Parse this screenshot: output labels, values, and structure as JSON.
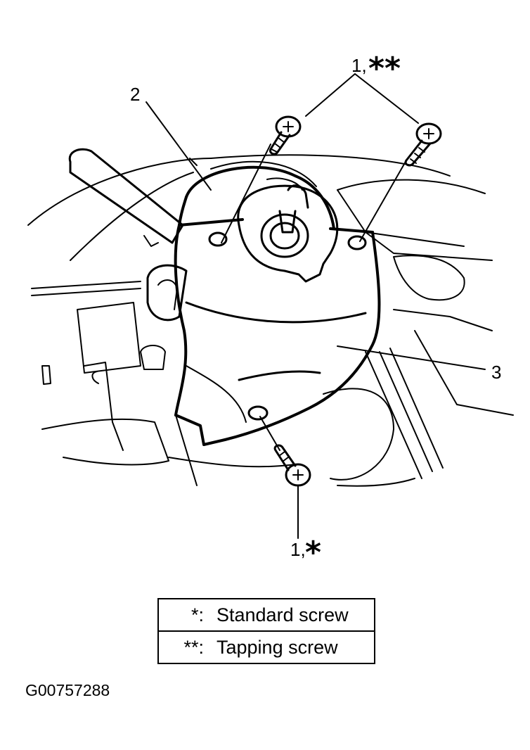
{
  "callouts": {
    "tapping_screws": {
      "number": "1,",
      "mark": "**"
    },
    "upper_cover": "2",
    "lower_cover": "3",
    "standard_screw": {
      "number": "1,",
      "mark": "*"
    }
  },
  "legend": {
    "rows": [
      {
        "key": "*:",
        "text": "Standard screw"
      },
      {
        "key": "**:",
        "text": "Tapping screw"
      }
    ]
  },
  "figure_code": "G00757288"
}
